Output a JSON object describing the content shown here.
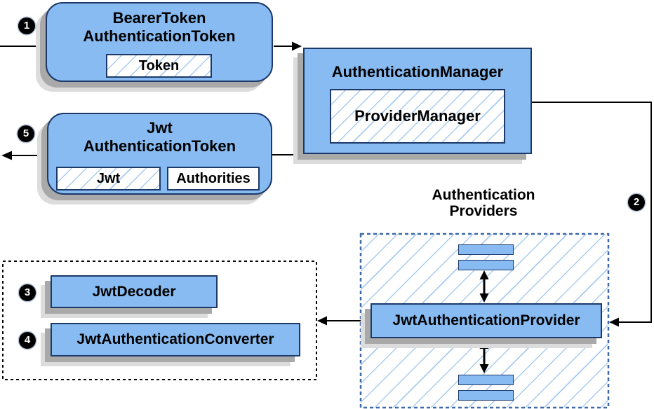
{
  "nodes": {
    "bearer_token": {
      "title_line1": "BearerToken",
      "title_line2": "AuthenticationToken",
      "field": "Token"
    },
    "authentication_manager": {
      "title": "AuthenticationManager",
      "implementation": "ProviderManager"
    },
    "jwt_authentication_token": {
      "title_line1": "Jwt",
      "title_line2": "AuthenticationToken",
      "field1": "Jwt",
      "field2": "Authorities"
    },
    "providers_group": {
      "label_line1": "Authentication",
      "label_line2": "Providers"
    },
    "jwt_authentication_provider": {
      "title": "JwtAuthenticationProvider"
    },
    "jwt_decoder": {
      "title": "JwtDecoder"
    },
    "jwt_authentication_converter": {
      "title": "JwtAuthenticationConverter"
    }
  },
  "steps": {
    "step1": "1",
    "step2": "2",
    "step3": "3",
    "step4": "4",
    "step5": "5"
  },
  "colors": {
    "node_fill": "#87BBF2",
    "node_border": "#1C3969",
    "hatch_line": "#A8CBF0",
    "providers_dash_border": "#3E68A8",
    "shadow_dark": "#A9A9A9",
    "shadow_light": "#DCDCDC",
    "arrow": "#000000",
    "text": "#000000",
    "badge_bg": "#000000",
    "badge_text": "#FFFFFF"
  }
}
